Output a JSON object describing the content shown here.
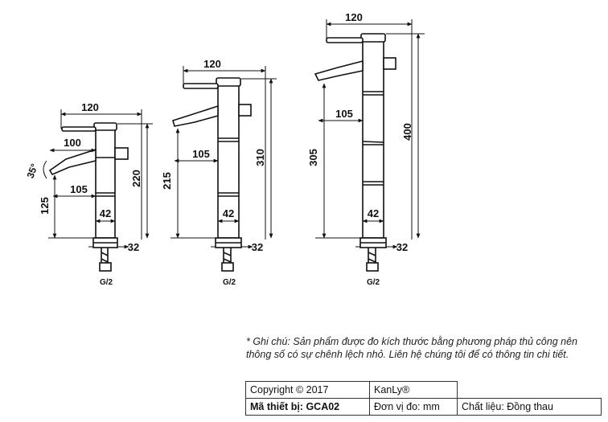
{
  "faucets": [
    {
      "id": "short",
      "width_label": "120",
      "spout_label": "100",
      "angle_label": "35°",
      "reach_label": "105",
      "outlet_height_label": "125",
      "total_height_label": "220",
      "body_diameter_label": "42",
      "base_diameter_label": "32",
      "thread_label": "G/2"
    },
    {
      "id": "medium",
      "width_label": "120",
      "reach_label": "105",
      "outlet_height_label": "215",
      "total_height_label": "310",
      "body_diameter_label": "42",
      "base_diameter_label": "32",
      "thread_label": "G/2"
    },
    {
      "id": "tall",
      "width_label": "120",
      "reach_label": "105",
      "outlet_height_label": "305",
      "total_height_label": "400",
      "body_diameter_label": "42",
      "base_diameter_label": "32",
      "thread_label": "G/2"
    }
  ],
  "note": {
    "text": "* Ghi chú: Sản phẩm được đo kích thước bằng phương pháp thủ công nên thông số có sự chênh lệch nhỏ. Liên hệ chúng tôi để có thông tin chi tiết."
  },
  "info_table": {
    "copyright": "Copyright © 2017",
    "brand": "KanLy®",
    "model": "Mã thiết bị: GCA02",
    "unit": "Đơn vị đo: mm",
    "material": "Chất liệu: Đồng thau"
  }
}
